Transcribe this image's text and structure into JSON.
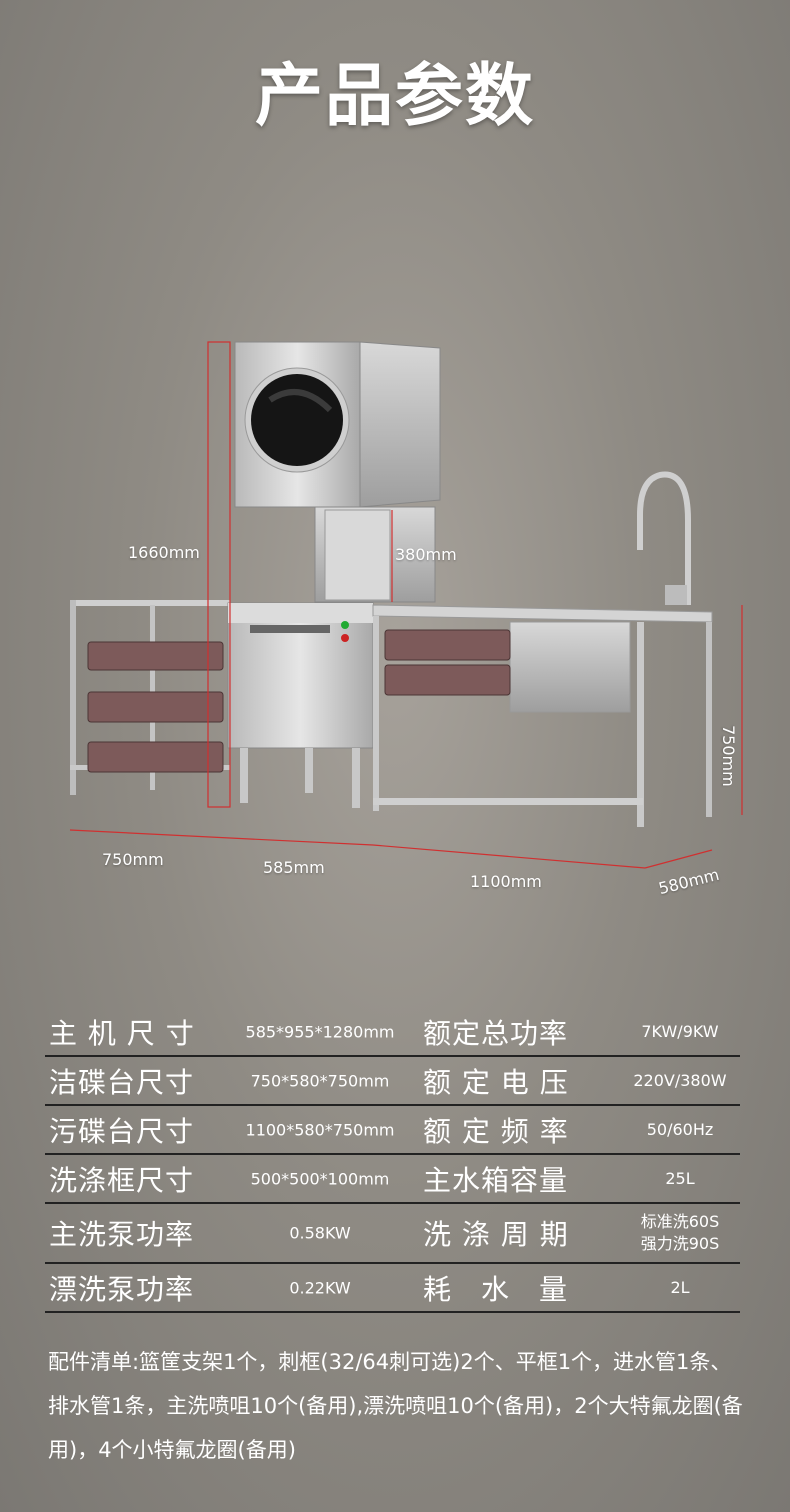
{
  "title": "产品参数",
  "dimensions": {
    "height_total": "1660mm",
    "hood_width": "380mm",
    "height_table": "750mm",
    "clean_table_len": "750mm",
    "machine_len": "585mm",
    "dirty_table_len": "1100mm",
    "depth": "580mm"
  },
  "specs": [
    {
      "label1": "主 机 尺 寸",
      "value1": "585*955*1280mm",
      "label2": "额定总功率",
      "value2": "7KW/9KW"
    },
    {
      "label1": "洁碟台尺寸",
      "value1": "750*580*750mm",
      "label2": "额 定 电 压",
      "value2": "220V/380W"
    },
    {
      "label1": "污碟台尺寸",
      "value1": "1100*580*750mm",
      "label2": "额 定 频 率",
      "value2": "50/60Hz"
    },
    {
      "label1": "洗涤框尺寸",
      "value1": "500*500*100mm",
      "label2": "主水箱容量",
      "value2": "25L"
    },
    {
      "label1": "主洗泵功率",
      "value1": "0.58KW",
      "label2": "洗 涤 周 期",
      "value2": "标准洗60S",
      "value2b": "强力洗90S"
    },
    {
      "label1": "漂洗泵功率",
      "value1": "0.22KW",
      "label2": "耗　水　量",
      "value2": "2L"
    }
  ],
  "accessories": "配件清单:篮筐支架1个，刺框(32/64刺可选)2个、平框1个，进水管1条、排水管1条，主洗喷咀10个(备用),漂洗喷咀10个(备用)，2个大特氟龙圈(备用)，4个小特氟龙圈(备用)"
}
